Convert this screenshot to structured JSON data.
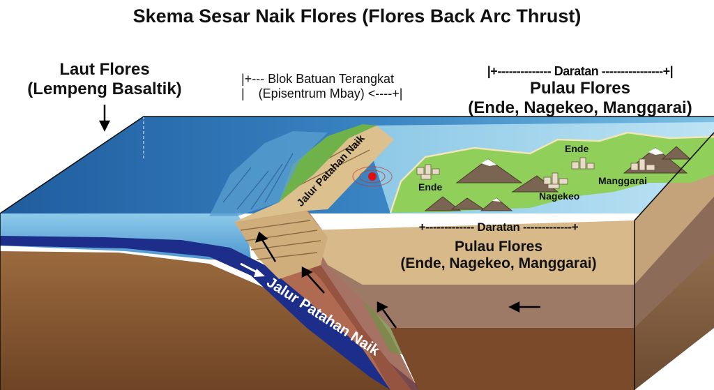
{
  "title": "Skema Sesar Naik Flores (Flores Back Arc Thrust)",
  "sea_label": {
    "line1": "Laut Flores",
    "line2": "(Lempeng Basaltik)"
  },
  "rock_block_label": {
    "line1": "|+--- Blok Batuan Terangkat",
    "line2": "|    (Episentrum Mbay) <----+|"
  },
  "land_top_label": {
    "header": "|+-------------- Daratan ----------------+|",
    "line2": "Pulau Flores",
    "line3": "(Ende, Nagekeo, Manggarai)"
  },
  "land_front_label": {
    "header": "+------------- Daratan -------------+",
    "line2": "Pulau Flores",
    "line3": "(Ende, Nagekeo, Manggarai)"
  },
  "fault_label_upper": "Jalur Patahan Naik",
  "fault_label_lower": "Jalur Patahan Naik",
  "towns": [
    "Ende",
    "Ende",
    "Nagekeo",
    "Manggarai"
  ],
  "colors": {
    "sea_deep": "#2f6fb0",
    "sea_shallow": "#a9d8ee",
    "land_green": "#8fcf5a",
    "plate_blue": "#1e2f8c",
    "rock_tan": "#d8b98a",
    "earth_brown": "#8a5a34",
    "epicenter": "#e01010"
  }
}
